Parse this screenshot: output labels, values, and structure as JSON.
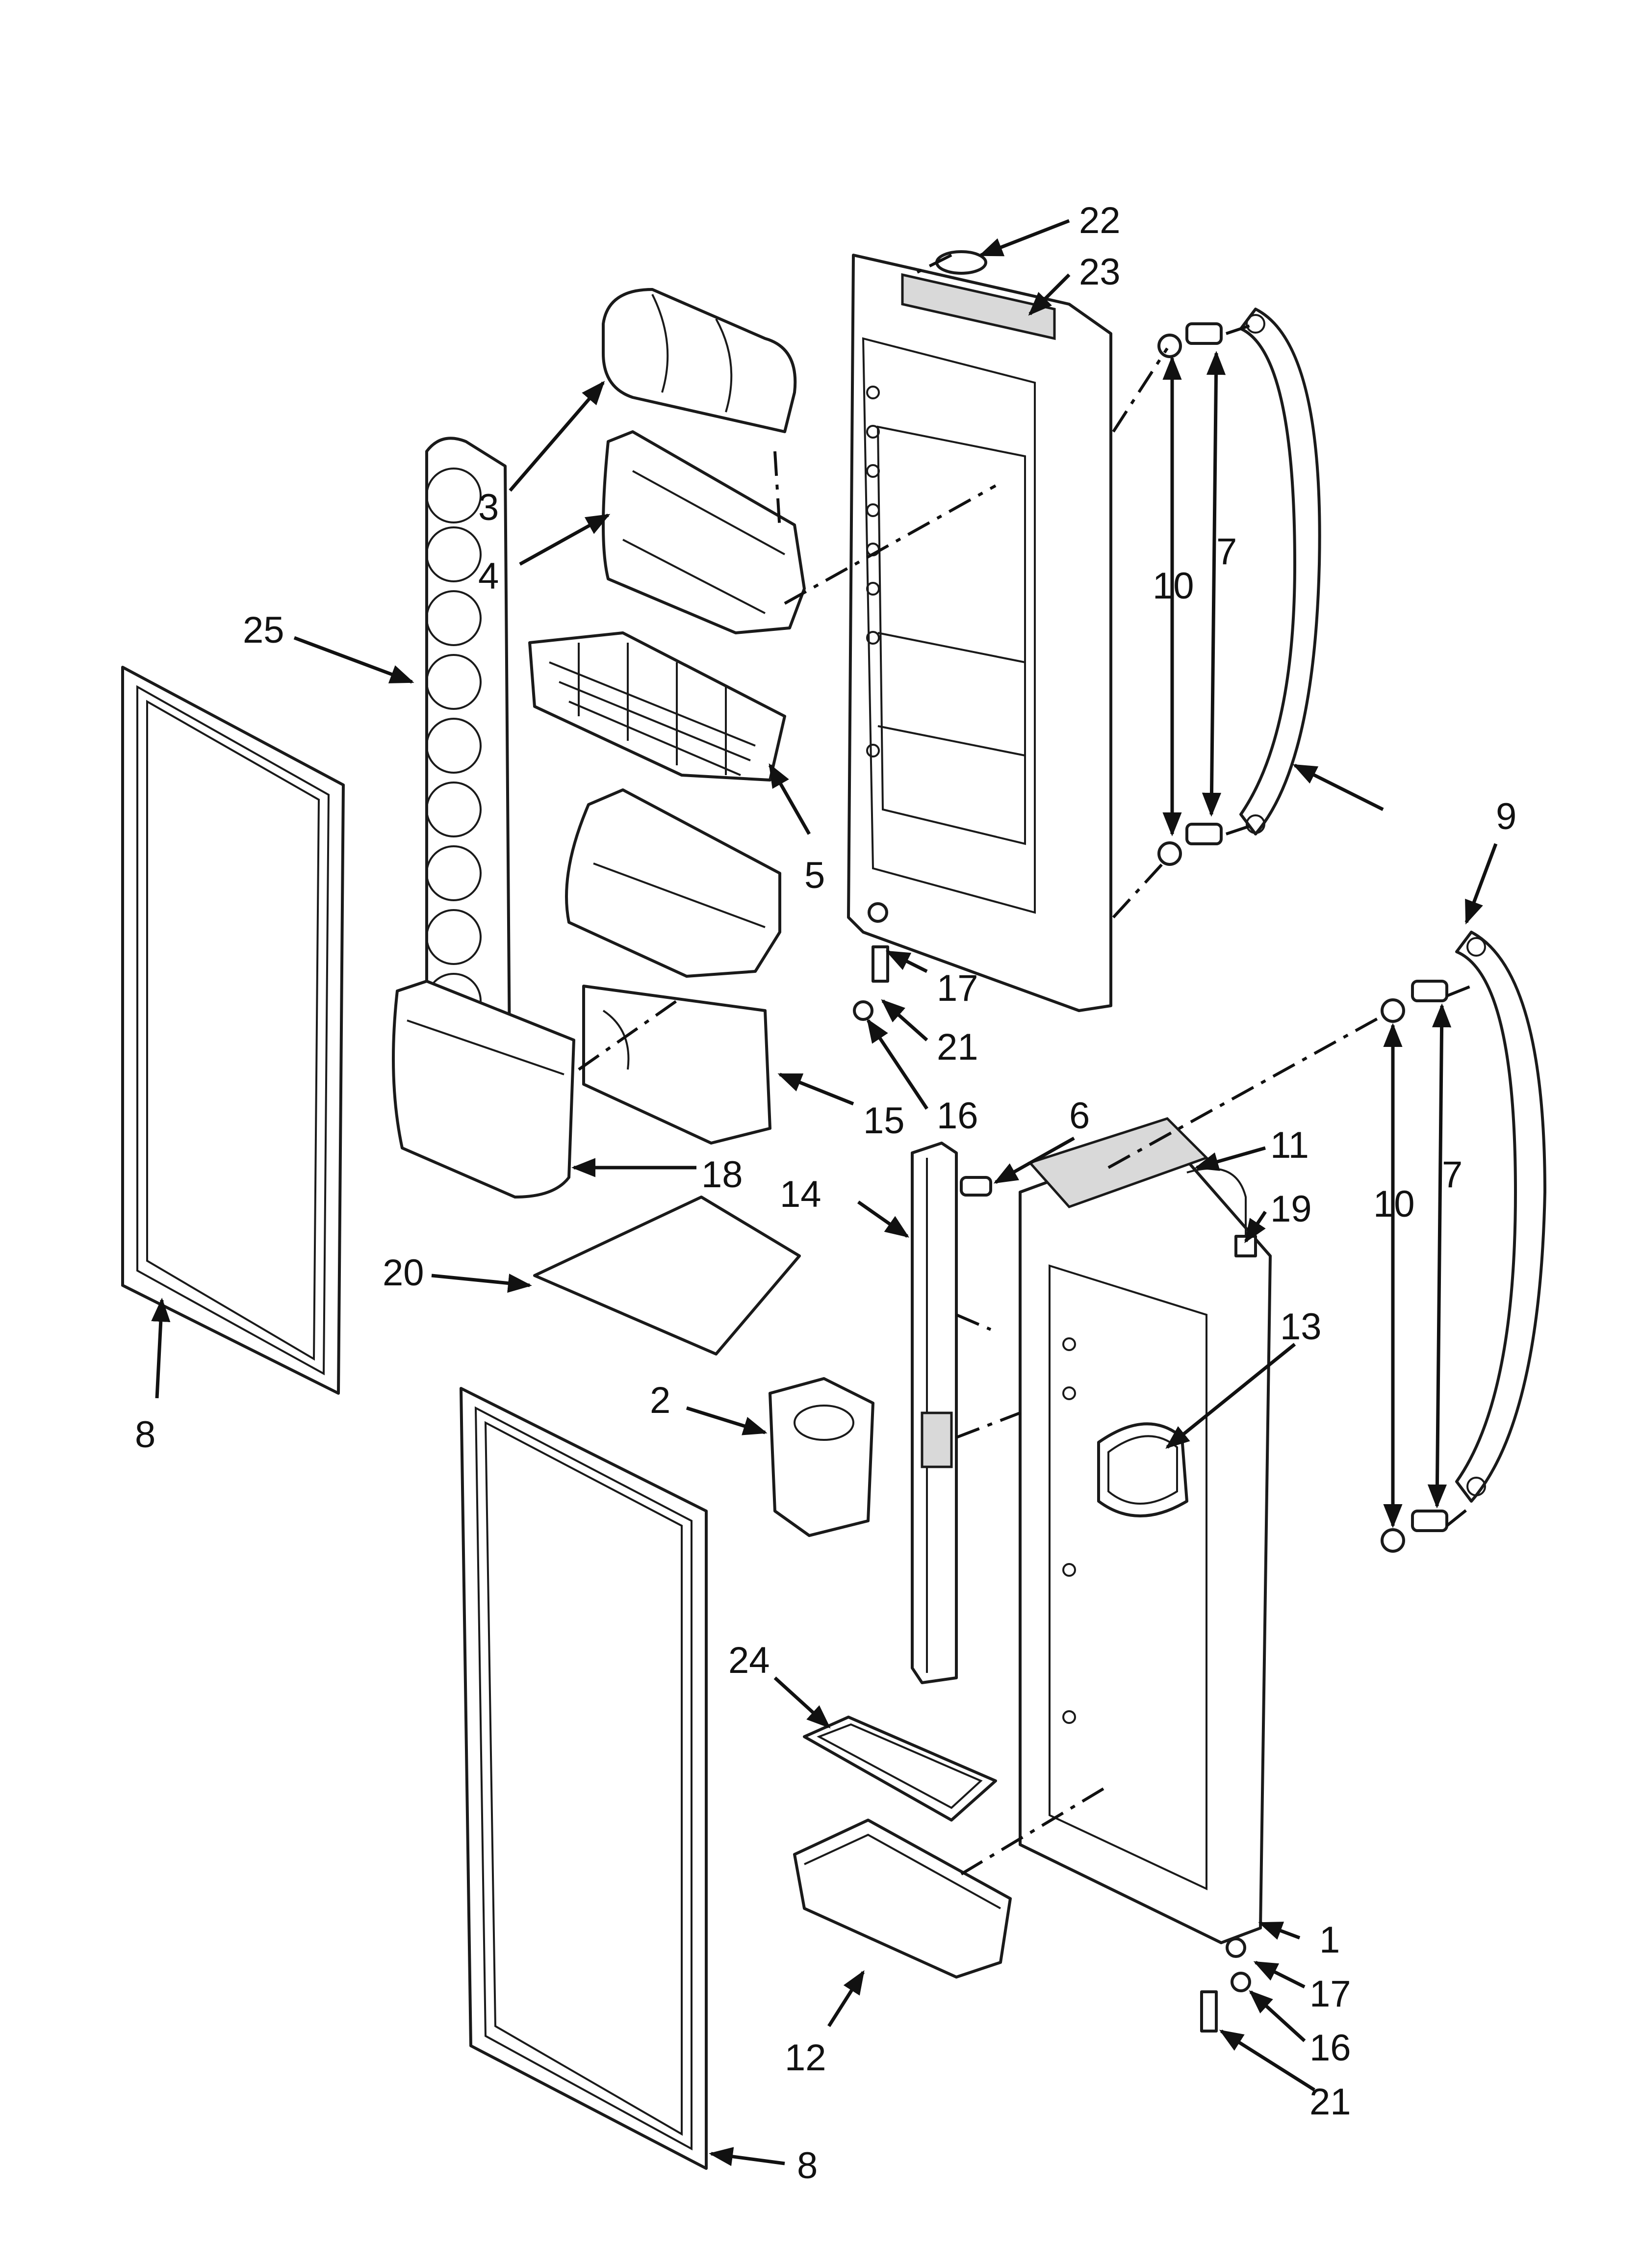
{
  "callouts": [
    {
      "id": "c22",
      "text": "22"
    },
    {
      "id": "c23",
      "text": "23"
    },
    {
      "id": "c3",
      "text": "3"
    },
    {
      "id": "c4",
      "text": "4"
    },
    {
      "id": "c25",
      "text": "25"
    },
    {
      "id": "c10a",
      "text": "10"
    },
    {
      "id": "c7a",
      "text": "7"
    },
    {
      "id": "c9",
      "text": "9"
    },
    {
      "id": "c5",
      "text": "5"
    },
    {
      "id": "c17a",
      "text": "17"
    },
    {
      "id": "c21a",
      "text": "21"
    },
    {
      "id": "c16a",
      "text": "16"
    },
    {
      "id": "c15",
      "text": "15"
    },
    {
      "id": "c18",
      "text": "18"
    },
    {
      "id": "c6",
      "text": "6"
    },
    {
      "id": "c11",
      "text": "11"
    },
    {
      "id": "c14",
      "text": "14"
    },
    {
      "id": "c19",
      "text": "19"
    },
    {
      "id": "c10b",
      "text": "10"
    },
    {
      "id": "c7b",
      "text": "7"
    },
    {
      "id": "c20",
      "text": "20"
    },
    {
      "id": "c13",
      "text": "13"
    },
    {
      "id": "c8a",
      "text": "8"
    },
    {
      "id": "c2",
      "text": "2"
    },
    {
      "id": "c24",
      "text": "24"
    },
    {
      "id": "c1",
      "text": "1"
    },
    {
      "id": "c17b",
      "text": "17"
    },
    {
      "id": "c12",
      "text": "12"
    },
    {
      "id": "c16b",
      "text": "16"
    },
    {
      "id": "c8b",
      "text": "8"
    },
    {
      "id": "c21b",
      "text": "21"
    }
  ]
}
